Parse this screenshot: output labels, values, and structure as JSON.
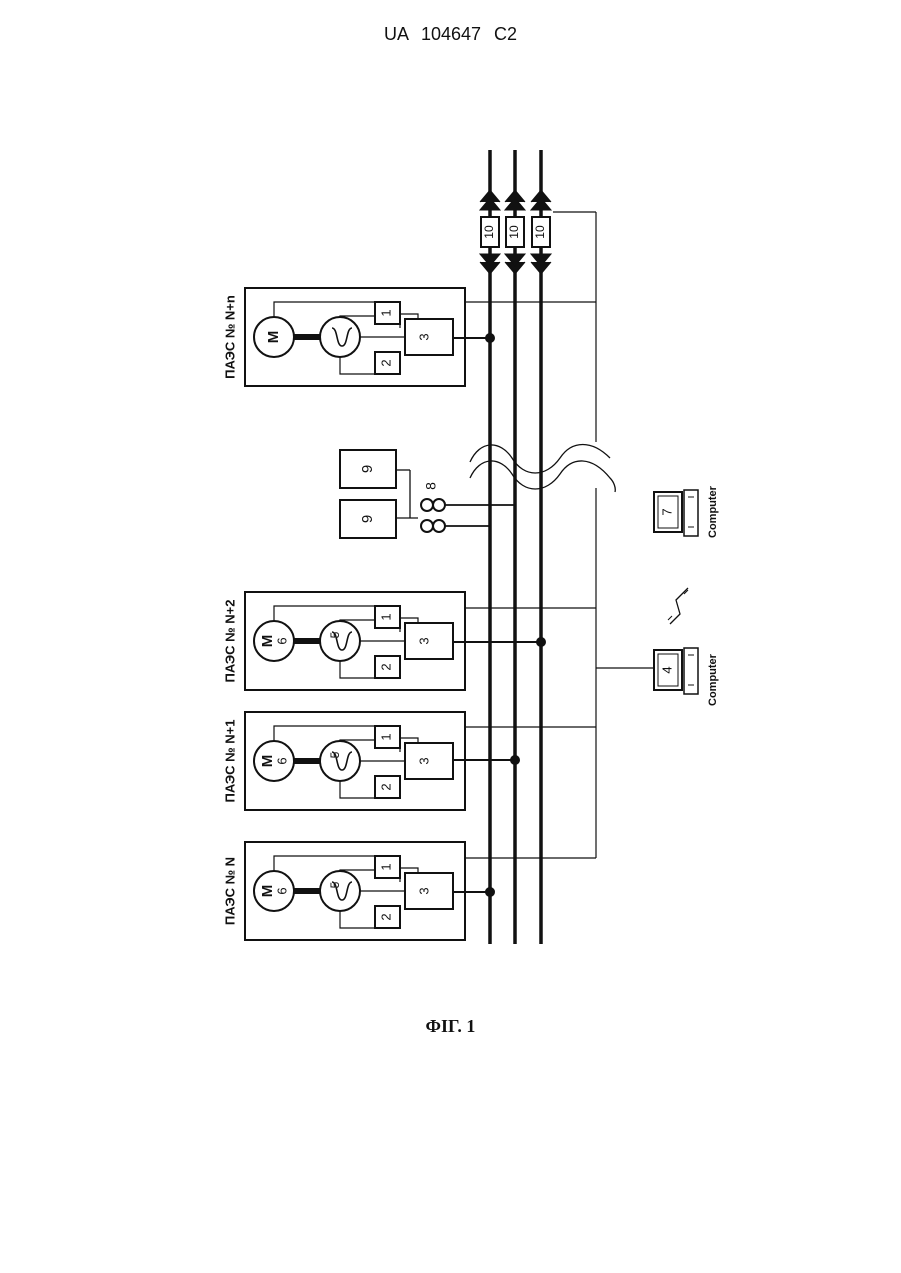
{
  "header": {
    "document_id": "UA 104647 C2"
  },
  "figure": {
    "caption": "ФІГ. 1",
    "stations": [
      {
        "title": "ПАЭС № N",
        "motor_label": "М",
        "motor_number": "6",
        "generator_number": "5",
        "box1": "1",
        "box2": "2",
        "box3": "3"
      },
      {
        "title": "ПАЭС № N+1",
        "motor_label": "М",
        "motor_number": "6",
        "generator_number": "5",
        "box1": "1",
        "box2": "2",
        "box3": "3"
      },
      {
        "title": "ПАЭС № N+2",
        "motor_label": "М",
        "motor_number": "6",
        "generator_number": "5",
        "box1": "1",
        "box2": "2",
        "box3": "3"
      },
      {
        "title": "ПАЭС № N+n",
        "motor_label": "М",
        "box1": "1",
        "box2": "2",
        "box3": "3"
      }
    ],
    "loads": [
      {
        "label": "9"
      },
      {
        "label": "9"
      }
    ],
    "transformer_label": "8",
    "breakers": [
      {
        "label": "10"
      },
      {
        "label": "10"
      },
      {
        "label": "10"
      }
    ],
    "computers": [
      {
        "number": "4",
        "label": "Computer"
      },
      {
        "number": "7",
        "label": "Computer"
      }
    ]
  }
}
